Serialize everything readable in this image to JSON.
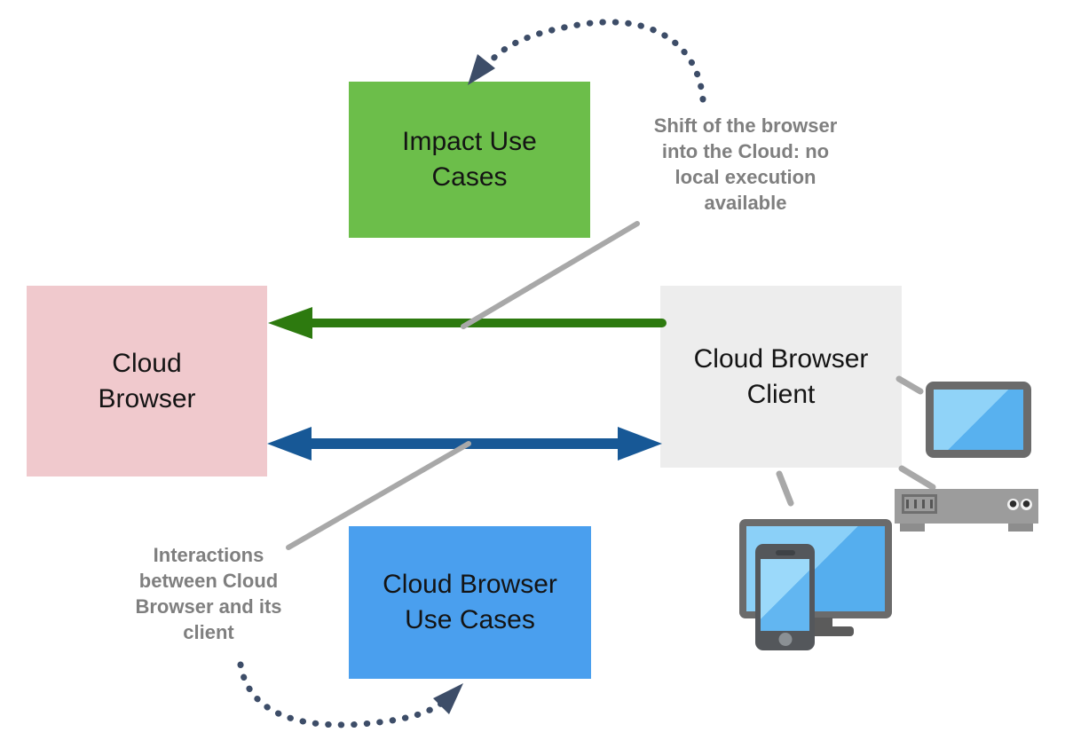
{
  "diagram": {
    "background": "#ffffff",
    "nodes": [
      {
        "id": "impact-use-cases",
        "label": "Impact Use\nCases",
        "fill": "#6cbe4a",
        "text_color": "#141414"
      },
      {
        "id": "cloud-browser",
        "label": "Cloud\nBrowser",
        "fill": "#f0c9cd",
        "text_color": "#141414"
      },
      {
        "id": "cloud-browser-client",
        "label": "Cloud Browser\nClient",
        "fill": "#ededed",
        "text_color": "#141414"
      },
      {
        "id": "cloud-browser-use-cases",
        "label": "Cloud Browser\nUse Cases",
        "fill": "#4a9fee",
        "text_color": "#141414"
      }
    ],
    "annotations": {
      "shift": {
        "text": "Shift of the browser\ninto the Cloud: no\nlocal execution\navailable",
        "color": "#7f7f7f",
        "points_to": "green-arrow"
      },
      "interactions": {
        "text": "Interactions\nbetween Cloud\nBrowser and its\nclient",
        "color": "#7f7f7f",
        "points_to": "blue-double-arrow"
      }
    },
    "arrows": {
      "green": {
        "color": "#2d7a0f",
        "direction": "right-to-left",
        "from": "cloud-browser-client",
        "to": "cloud-browser"
      },
      "blue": {
        "color": "#175896",
        "direction": "bidirectional",
        "between": [
          "cloud-browser",
          "cloud-browser-client"
        ]
      },
      "dotted_top": {
        "color": "#3d4d68",
        "style": "dotted",
        "points_to": "impact-use-cases"
      },
      "dotted_bottom": {
        "color": "#3d4d68",
        "style": "dotted",
        "points_to": "cloud-browser-use-cases"
      },
      "leader_color": "#a8a8a8"
    },
    "icons": {
      "tablet": {
        "name": "tablet-icon",
        "frame": "#6b6b6b",
        "screen": "#6fc0f4"
      },
      "receiver": {
        "name": "receiver-icon",
        "body": "#9c9c9c"
      },
      "monitor": {
        "name": "monitor-icon",
        "frame": "#6b6b6b",
        "screen": "#6fc0f4"
      },
      "smartphone": {
        "name": "smartphone-icon",
        "body": "#54575b",
        "screen": "#7cc3f5"
      }
    }
  }
}
